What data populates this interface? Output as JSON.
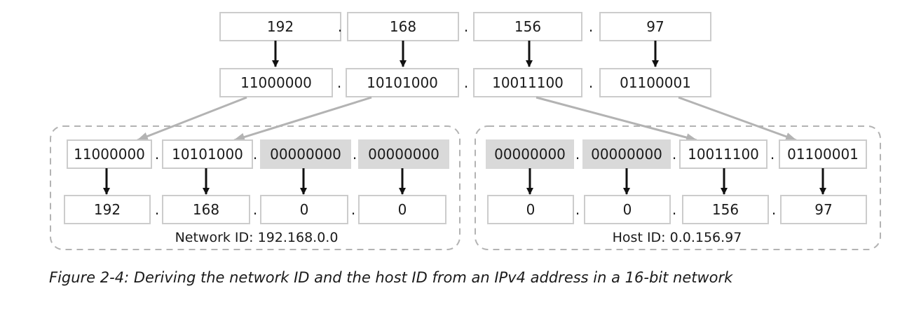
{
  "ip_row": {
    "octets": [
      "192",
      "168",
      "156",
      "97"
    ],
    "separator": "."
  },
  "binary_row": {
    "octets": [
      "11000000",
      "10101000",
      "10011100",
      "01100001"
    ]
  },
  "network_group": {
    "label": "Network ID: 192.168.0.0",
    "binary": [
      "11000000",
      "10101000",
      "00000000",
      "00000000"
    ],
    "masked": [
      false,
      false,
      true,
      true
    ],
    "decimal": [
      "192",
      "168",
      "0",
      "0"
    ]
  },
  "host_group": {
    "label": "Host ID: 0.0.156.97",
    "binary": [
      "00000000",
      "00000000",
      "10011100",
      "01100001"
    ],
    "masked": [
      true,
      true,
      false,
      false
    ],
    "decimal": [
      "0",
      "0",
      "156",
      "97"
    ]
  },
  "caption": "Figure 2-4: Deriving the network ID and the host ID from an IPv4 address in a 16-bit network",
  "colors": {
    "box_border": "#cccccc",
    "masked_fill": "#d9d9d9",
    "arrow_black": "#111111",
    "arrow_gray": "#b3b3b3",
    "group_border": "#b3b3b3"
  }
}
